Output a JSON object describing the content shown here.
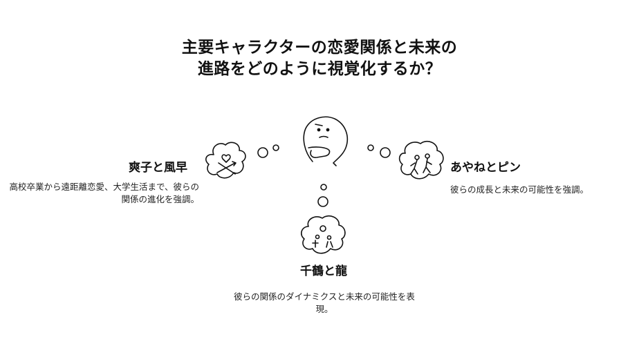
{
  "title": "主要キャラクターの恋愛関係と未来の進路をどのように視覚化するか？",
  "options": [
    {
      "name": "爽子と風早",
      "description": "高校卒業から遠距離恋愛、大学生活まで、彼らの関係の進化を強調。"
    },
    {
      "name": "千鶴と龍",
      "description": "彼らの関係のダイナミクスと未来の可能性を表現。"
    },
    {
      "name": "あやねとピン",
      "description": "彼らの成長と未来の可能性を強調。"
    }
  ],
  "icons": {
    "center": "thinking-face-icon",
    "left": "heart-crossed-arrows-icon",
    "bottom": "couple-icon",
    "right": "walking-people-icon"
  }
}
